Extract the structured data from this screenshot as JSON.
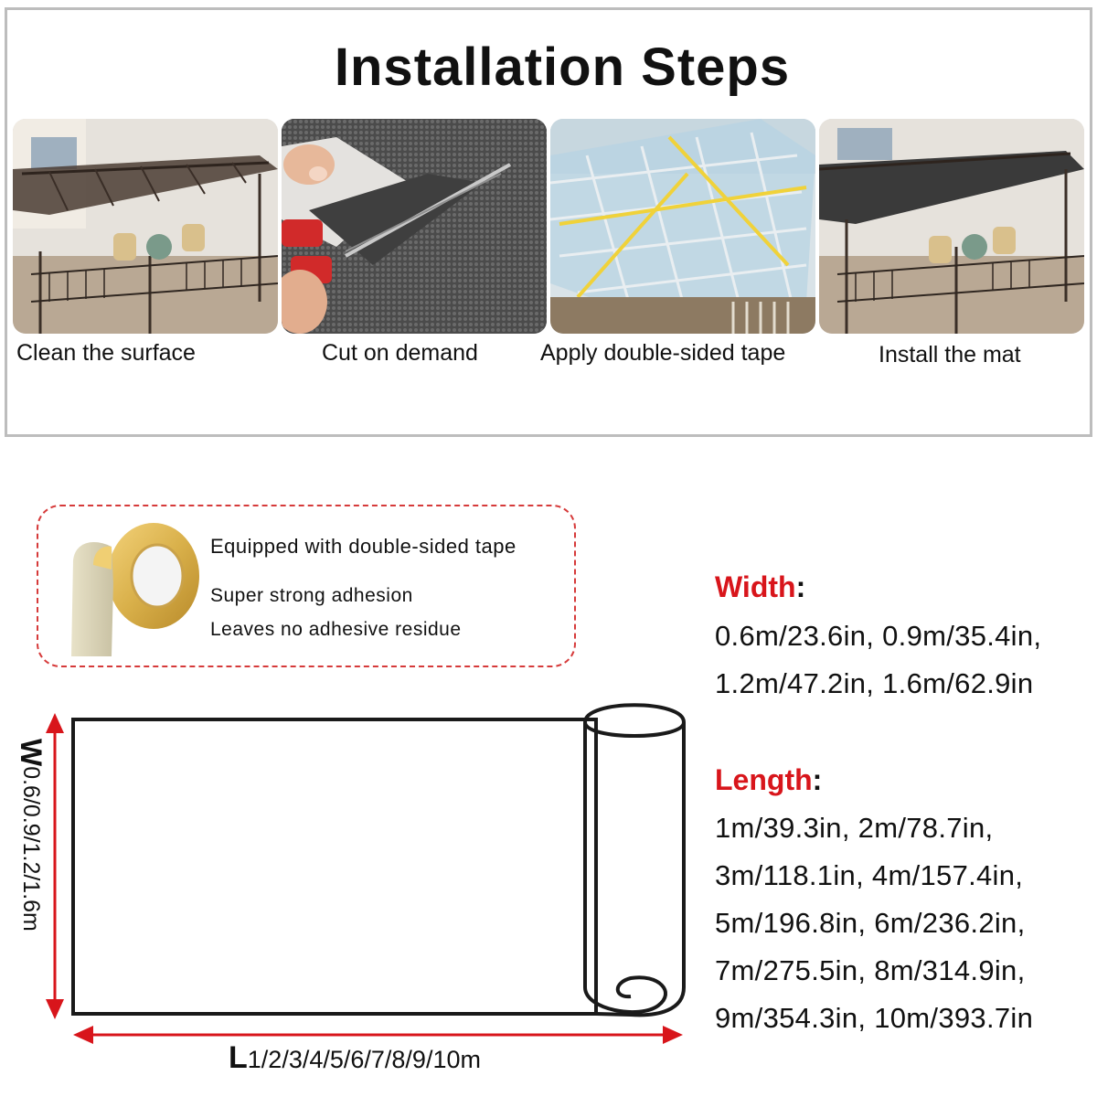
{
  "installation": {
    "title": "Installation Steps",
    "steps": [
      {
        "label": "Clean the surface",
        "image": "clean-pergola-photo"
      },
      {
        "label": "Cut on demand",
        "image": "cutting-mat-with-scissors-photo"
      },
      {
        "label": "Apply double-sided tape",
        "image": "tape-on-roof-photo"
      },
      {
        "label": "Install the mat",
        "image": "installed-mat-pergola-photo"
      }
    ]
  },
  "tape": {
    "icon": "double-sided-tape-roll-icon",
    "lines": [
      "Equipped with double-sided tape",
      "Super strong adhesion",
      "Leaves no adhesive residue"
    ]
  },
  "specs": {
    "width": {
      "label": "Width",
      "colon": ":",
      "lines": [
        "0.6m/23.6in, 0.9m/35.4in,",
        "1.2m/47.2in, 1.6m/62.9in"
      ]
    },
    "length": {
      "label": "Length",
      "colon": ":",
      "lines": [
        "1m/39.3in, 2m/78.7in,",
        "3m/118.1in, 4m/157.4in,",
        "5m/196.8in, 6m/236.2in,",
        "7m/275.5in, 8m/314.9in,",
        "9m/354.3in, 10m/393.7in"
      ]
    }
  },
  "diagram": {
    "w_letter": "W",
    "w_values": "0.6/0.9/1.2/1.6m",
    "l_letter": "L",
    "l_values": "1/2/3/4/5/6/7/8/9/10m"
  },
  "colors": {
    "accent_red": "#d8151b",
    "frame_gray": "#bdbdbd",
    "tape_gold": "#d9b04a"
  }
}
